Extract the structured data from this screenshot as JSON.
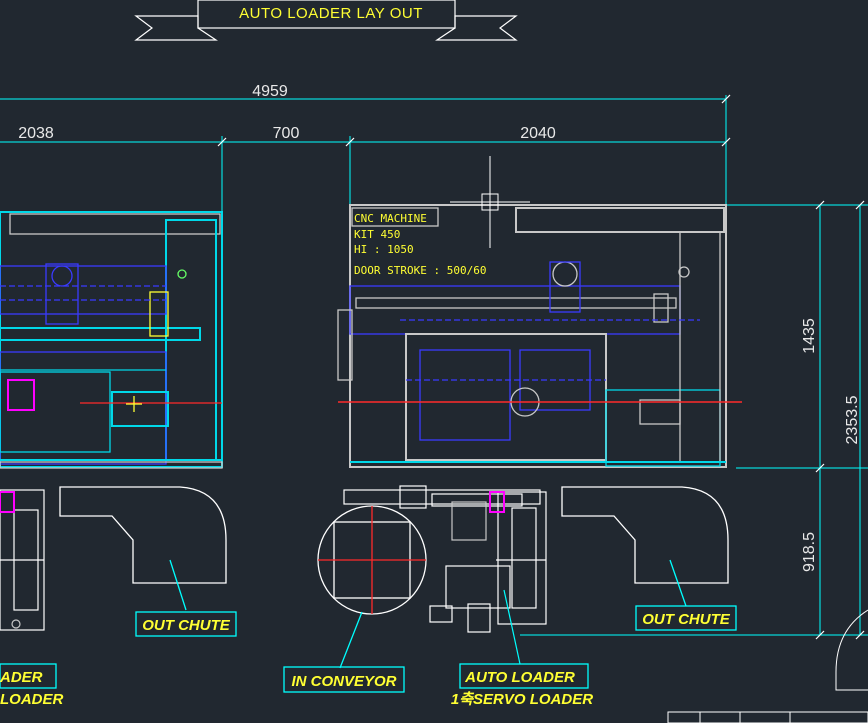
{
  "title": "AUTO LOADER LAY OUT",
  "dimensions": {
    "overall": "4959",
    "left_width": "2038",
    "gap": "700",
    "right_width": "2040",
    "upper_height": "1435",
    "total_height": "2353.5",
    "lower_height": "918.5"
  },
  "machine_info": {
    "name": "CNC MACHINE",
    "model": "KIT 450",
    "height": "HI : 1050",
    "door_stroke": "DOOR STROKE : 500/60"
  },
  "labels": {
    "out_chute_left": "OUT CHUTE",
    "out_chute_right": "OUT CHUTE",
    "in_conveyor": "IN CONVEYOR",
    "auto_loader": "AUTO LOADER",
    "servo_loader": "1축SERVO LOADER",
    "left_loader_1": "ADER",
    "left_loader_2": "LOADER"
  },
  "colors": {
    "background": "#212830",
    "dimension": "#00ffff",
    "outline": "#c8c8c8",
    "machine_blue": "#3a3aff",
    "machine_cyan": "#00d8e8",
    "label_text": "#ffff33",
    "accent_magenta": "#ff00ff",
    "center_red": "#ff2a2a"
  }
}
